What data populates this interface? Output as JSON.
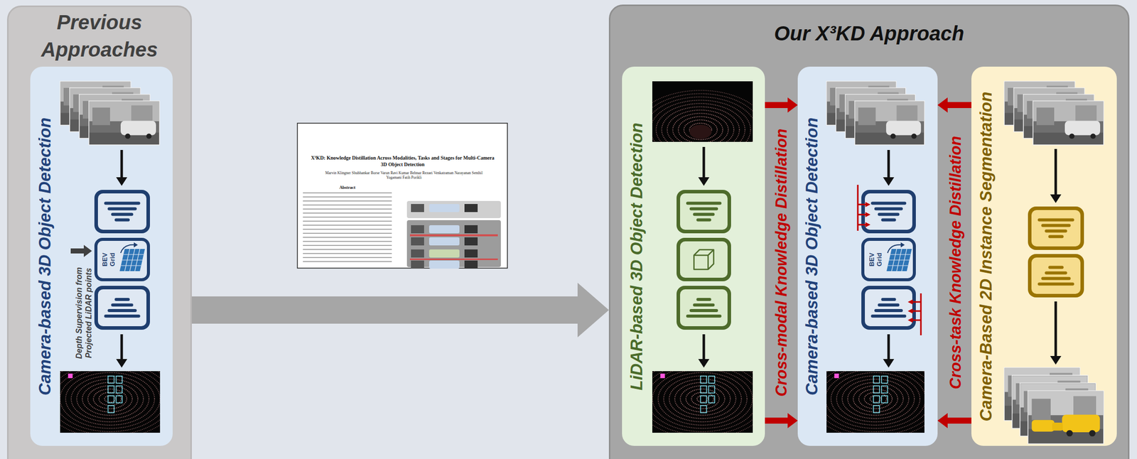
{
  "diagram": {
    "nodes": [
      {
        "text": [
          "Previous Approaches"
        ]
      },
      {
        "text": [
          "Camera-based 3D Object Detection"
        ],
        "in": 0
      },
      {
        "text": [
          "BEV Grid"
        ],
        "in": 1
      },
      {
        "text": [
          "Our X³KD Approach"
        ]
      },
      {
        "text": [
          "LiDAR-based 3D Object Detection"
        ],
        "in": 3
      },
      {
        "text": [
          "Camera-based 3D Object Detection"
        ],
        "in": 3
      },
      {
        "text": [
          "BEV Grid"
        ],
        "in": 5
      },
      {
        "text": [
          "Camera-Based 2D Instance Segmentation"
        ],
        "in": 3
      }
    ],
    "edges": [
      {
        "from": 0,
        "to": 3,
        "arrow": "to"
      },
      {
        "from": 4,
        "to": 5,
        "arrow": "to"
      },
      {
        "from": 4,
        "to": 5,
        "arrow": "to"
      },
      {
        "from": 7,
        "to": 5,
        "arrow": "to"
      },
      {
        "from": 7,
        "to": 5,
        "arrow": "to"
      }
    ],
    "labels": [
      "Depth Supervision from Projected LiDAR points",
      "Cross-modal Knowledge Distillation",
      "Cross-task Knowledge Distillation",
      "X³KD: Knowledge Distillation Across Modalities, Tasks and Stages for Multi-Camera 3D Object Detection",
      "Marvin Klingner Shubhankar Borse Varun Ravi Kumar Behnaz Rezaei Venkatraman Narayanan Senthil Yogamani Fatih Porikli",
      "Abstract"
    ]
  }
}
